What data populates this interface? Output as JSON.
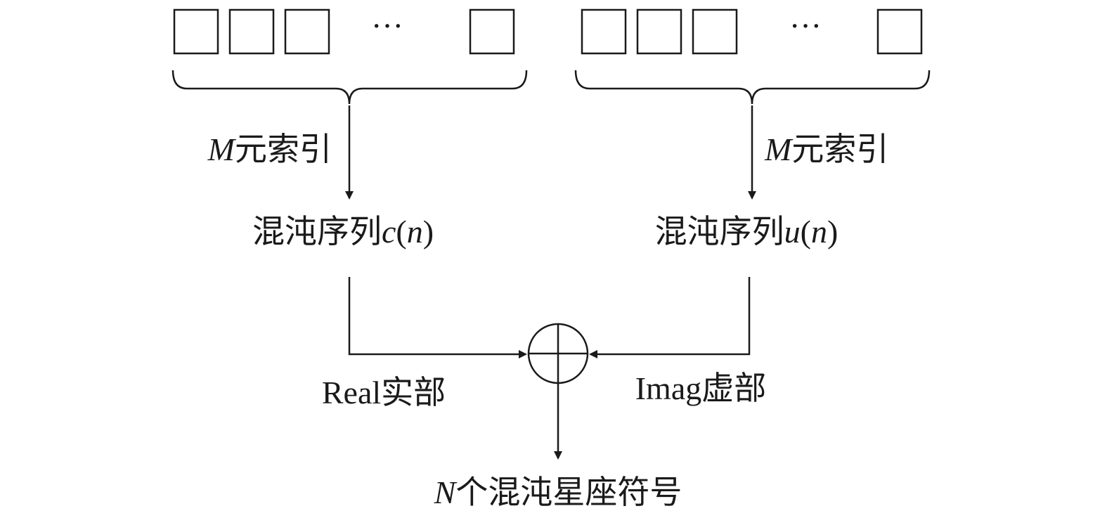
{
  "left_branch": {
    "ellipsis": "···",
    "index_var": "M",
    "index_label": "元索引",
    "sequence_label": "混沌序列",
    "sequence_var": "c",
    "sequence_arg_open": "(",
    "sequence_arg": "n",
    "sequence_arg_close": ")",
    "part_label": "Real实部"
  },
  "right_branch": {
    "ellipsis": "···",
    "index_var": "M",
    "index_label": "元索引",
    "sequence_label": "混沌序列",
    "sequence_var": "u",
    "sequence_arg_open": "(",
    "sequence_arg": "n",
    "sequence_arg_close": ")",
    "part_label": "Imag虚部"
  },
  "output": {
    "count_var": "N",
    "label": "个混沌星座符号"
  }
}
